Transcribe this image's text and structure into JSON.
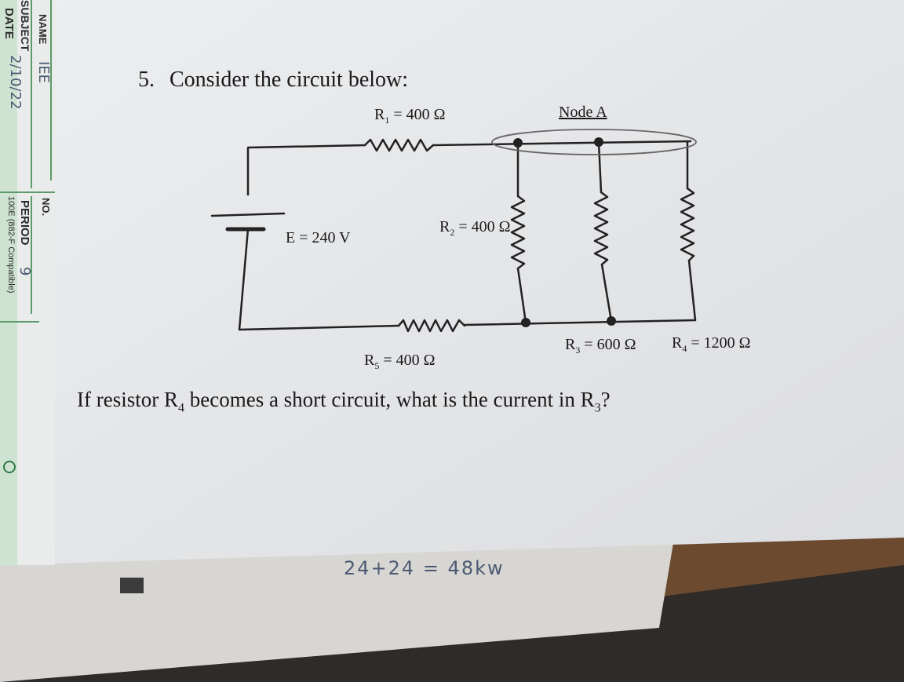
{
  "question": {
    "number": "5.",
    "prompt": "Consider the circuit below:",
    "ask_pre": "If resistor R",
    "ask_sub1": "4",
    "ask_mid": " becomes a short circuit, what is the current in R",
    "ask_sub2": "3",
    "ask_post": "?"
  },
  "circuit": {
    "r1": {
      "name": "R",
      "sub": "1",
      "value": " = 400 Ω"
    },
    "r2": {
      "name": "R",
      "sub": "2",
      "value": " = 400 Ω"
    },
    "r3": {
      "name": "R",
      "sub": "3",
      "value": " = 600 Ω"
    },
    "r4": {
      "name": "R",
      "sub": "4",
      "value": " = 1200 Ω"
    },
    "r5": {
      "name": "R",
      "sub": "5",
      "value": " = 400 Ω"
    },
    "emf": "E = 240 V",
    "node": "Node A"
  },
  "handwritten_note": "24+24 = 48kw",
  "side_form": {
    "name_label": "NAME",
    "subject_label": "SUBJECT",
    "subject_value": "IEE",
    "date_label": "DATE",
    "date_value": "2/10/22",
    "period_label": "PERIOD",
    "period_value": "9",
    "no_label": "NO.",
    "form_code": "100E (882-F Compatible)"
  },
  "colors": {
    "paper": "#e6e7e9",
    "ink": "#1a1a1a",
    "pencil": "#4a5a72",
    "desk": "#6b4a30"
  }
}
